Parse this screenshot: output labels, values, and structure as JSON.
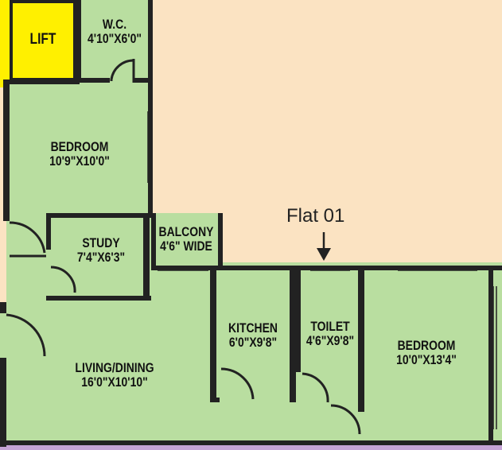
{
  "callout": "Flat 01",
  "rooms": {
    "lift": {
      "name": "LIFT"
    },
    "wc": {
      "name": "W.C.",
      "size": "4'10\"X6'0\""
    },
    "bedroom1": {
      "name": "BEDROOM",
      "size": "10'9\"X10'0\""
    },
    "study": {
      "name": "STUDY",
      "size": "7'4\"X6'3\""
    },
    "balcony": {
      "name": "BALCONY",
      "size": "4'6\" WIDE"
    },
    "living": {
      "name": "LIVING/DINING",
      "size": "16'0\"X10'10\""
    },
    "kitchen": {
      "name": "KITCHEN",
      "size": "6'0\"X9'8\""
    },
    "toilet": {
      "name": "TOILET",
      "size": "4'6\"X9'8\""
    },
    "bedroom2": {
      "name": "BEDROOM",
      "size": "10'0\"X13'4\""
    }
  },
  "colors": {
    "background": "#fbe3c2",
    "room_fill": "#b9dea0",
    "lift_fill": "#fff000",
    "adjacent_strip": "#c5a3d6",
    "wall": "#222222"
  }
}
